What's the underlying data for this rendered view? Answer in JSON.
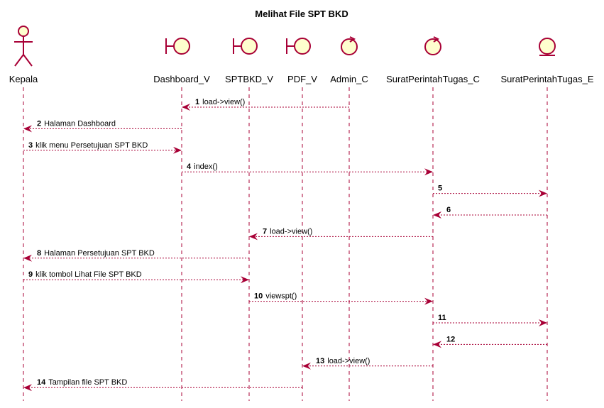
{
  "title": "Melihat File SPT BKD",
  "colors": {
    "line": "#A80036",
    "fill": "#FEFECE",
    "lifeline": "#A80036"
  },
  "participants": [
    {
      "id": "kepala",
      "name": "Kepala",
      "type": "actor"
    },
    {
      "id": "dashboard_v",
      "name": "Dashboard_V",
      "type": "boundary"
    },
    {
      "id": "sptbkd_v",
      "name": "SPTBKD_V",
      "type": "boundary"
    },
    {
      "id": "pdf_v",
      "name": "PDF_V",
      "type": "boundary"
    },
    {
      "id": "admin_c",
      "name": "Admin_C",
      "type": "control"
    },
    {
      "id": "suratperintahtugas_c",
      "name": "SuratPerintahTugas_C",
      "type": "control"
    },
    {
      "id": "suratperintahtugas_e",
      "name": "SuratPerintahTugas_E",
      "type": "entity"
    }
  ],
  "messages": [
    {
      "num": "1",
      "text": "load->view()",
      "from": "admin_c",
      "to": "dashboard_v"
    },
    {
      "num": "2",
      "text": "Halaman Dashboard",
      "from": "dashboard_v",
      "to": "kepala"
    },
    {
      "num": "3",
      "text": "klik menu Persetujuan SPT BKD",
      "from": "kepala",
      "to": "dashboard_v"
    },
    {
      "num": "4",
      "text": "index()",
      "from": "dashboard_v",
      "to": "suratperintahtugas_c"
    },
    {
      "num": "5",
      "text": "",
      "from": "suratperintahtugas_c",
      "to": "suratperintahtugas_e"
    },
    {
      "num": "6",
      "text": "",
      "from": "suratperintahtugas_e",
      "to": "suratperintahtugas_c"
    },
    {
      "num": "7",
      "text": "load->view()",
      "from": "suratperintahtugas_c",
      "to": "sptbkd_v"
    },
    {
      "num": "8",
      "text": "Halaman Persetujuan SPT BKD",
      "from": "sptbkd_v",
      "to": "kepala"
    },
    {
      "num": "9",
      "text": "klik tombol Lihat File SPT BKD",
      "from": "kepala",
      "to": "sptbkd_v"
    },
    {
      "num": "10",
      "text": "viewspt()",
      "from": "sptbkd_v",
      "to": "suratperintahtugas_c"
    },
    {
      "num": "11",
      "text": "",
      "from": "suratperintahtugas_c",
      "to": "suratperintahtugas_e"
    },
    {
      "num": "12",
      "text": "",
      "from": "suratperintahtugas_e",
      "to": "suratperintahtugas_c"
    },
    {
      "num": "13",
      "text": "load->view()",
      "from": "suratperintahtugas_c",
      "to": "pdf_v"
    },
    {
      "num": "14",
      "text": "Tampilan file SPT BKD",
      "from": "pdf_v",
      "to": "kepala"
    }
  ]
}
